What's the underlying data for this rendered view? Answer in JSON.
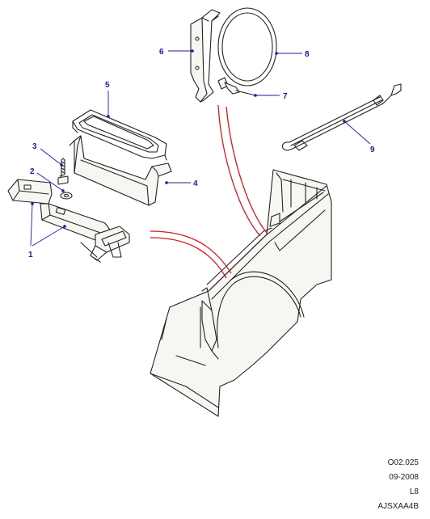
{
  "callouts": {
    "c1": "1",
    "c2": "2",
    "c3": "3",
    "c4": "4",
    "c5": "5",
    "c6": "6",
    "c7": "7",
    "c8": "8",
    "c9": "9"
  },
  "footer": {
    "line1": "O02.025",
    "line2": "09-2008",
    "line3": "L8",
    "line4": "AJSXAA4B"
  },
  "colors": {
    "callout": "#1a1aa8",
    "connector": "#d8191e",
    "outline": "#222222"
  }
}
